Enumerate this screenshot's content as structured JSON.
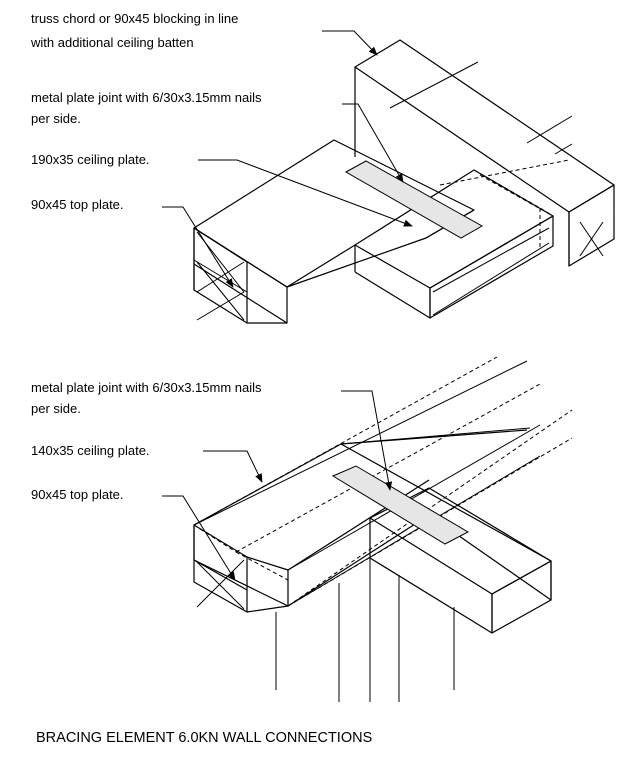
{
  "detail_top": {
    "labels": {
      "truss_chord_line1": "truss chord or 90x45 blocking in line",
      "truss_chord_line2": "with additional ceiling batten",
      "metal_plate_line1": "metal plate joint with 6/30x3.15mm nails",
      "metal_plate_line2": "per side.",
      "ceiling_plate": "190x35 ceiling plate.",
      "top_plate": "90x45 top plate."
    }
  },
  "detail_bottom": {
    "labels": {
      "metal_plate_line1": "metal plate joint with 6/30x3.15mm nails",
      "metal_plate_line2": "per side.",
      "ceiling_plate": "140x35 ceiling plate.",
      "top_plate": "90x45 top plate."
    }
  },
  "caption": "BRACING ELEMENT 6.0KN WALL CONNECTIONS"
}
